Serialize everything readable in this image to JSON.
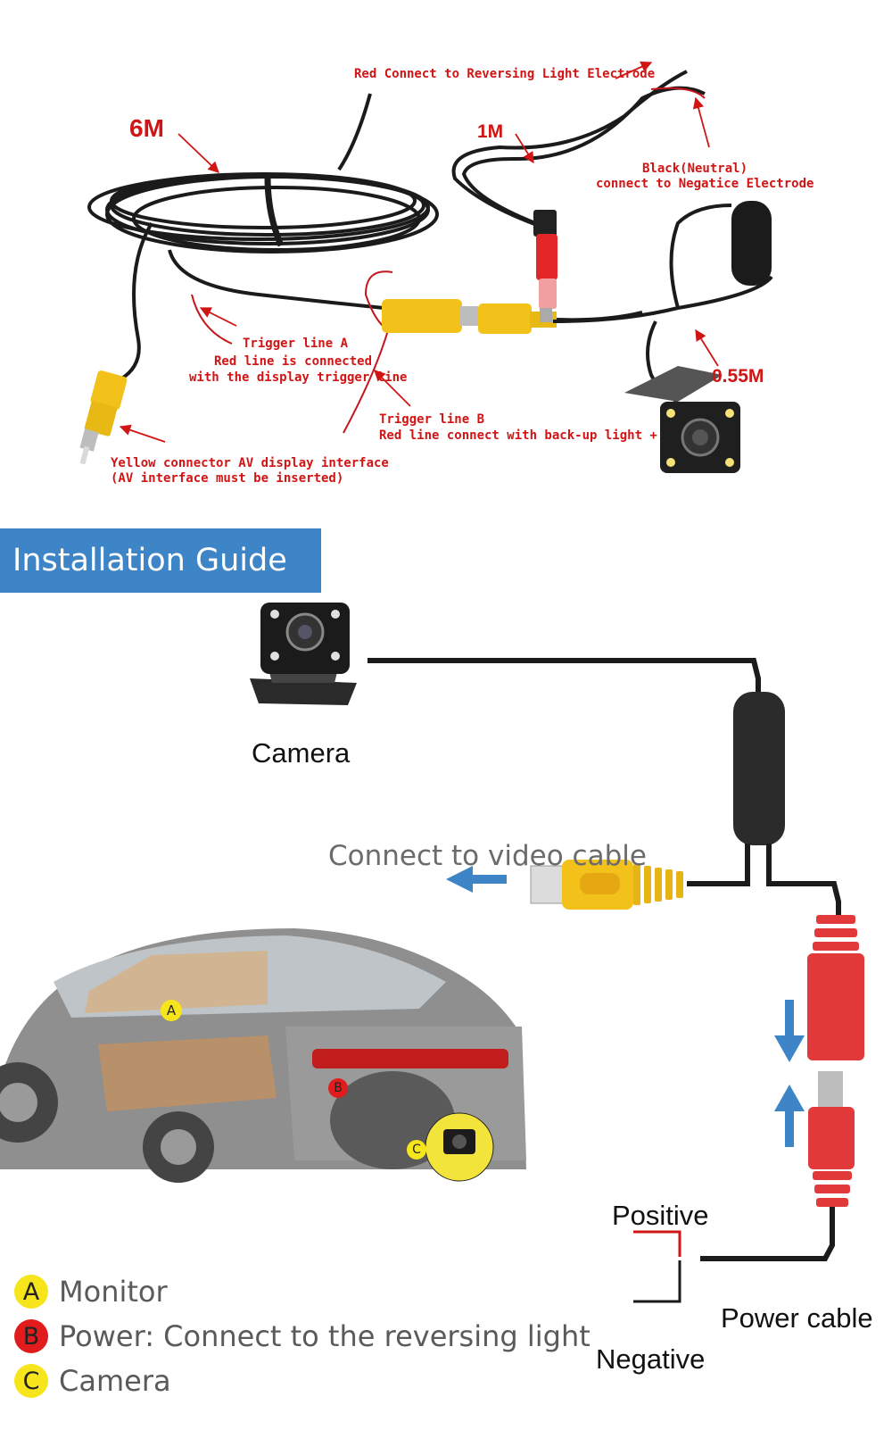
{
  "top_diagram": {
    "label_6m": "6M",
    "label_1m": "1M",
    "label_055m": "0.55M",
    "red_connect": "Red Connect to Reversing Light Electrode",
    "black_neutral_1": "Black(Neutral)",
    "black_neutral_2": "connect to Negatice Electrode",
    "trigger_a_1": "Trigger line A",
    "trigger_a_2": "Red line is connected",
    "trigger_a_3": "with the display trigger line",
    "trigger_b_1": "Trigger line B",
    "trigger_b_2": "Red line connect with back-up light +",
    "yellow_1": "Yellow connector AV display interface",
    "yellow_2": "(AV interface must be inserted)"
  },
  "guide": {
    "title": "Installation Guide",
    "camera_label": "Camera",
    "connect_video": "Connect  to video cable",
    "positive": "Positive",
    "negative": "Negative",
    "power_cable": "Power cable"
  },
  "car_markers": {
    "a": "A",
    "b": "B",
    "c": "C"
  },
  "legend": [
    {
      "letter": "A",
      "text": "Monitor",
      "color": "#f5e51a"
    },
    {
      "letter": "B",
      "text": "Power: Connect to the reversing light",
      "color": "#e21c1c"
    },
    {
      "letter": "C",
      "text": "Camera",
      "color": "#f5e51a"
    }
  ],
  "colors": {
    "accent": "#3d85c6",
    "label_red": "#d11414",
    "rca_yellow": "#f2c21b",
    "dc_red": "#e23a3a",
    "arrow_blue": "#3d85c6"
  }
}
